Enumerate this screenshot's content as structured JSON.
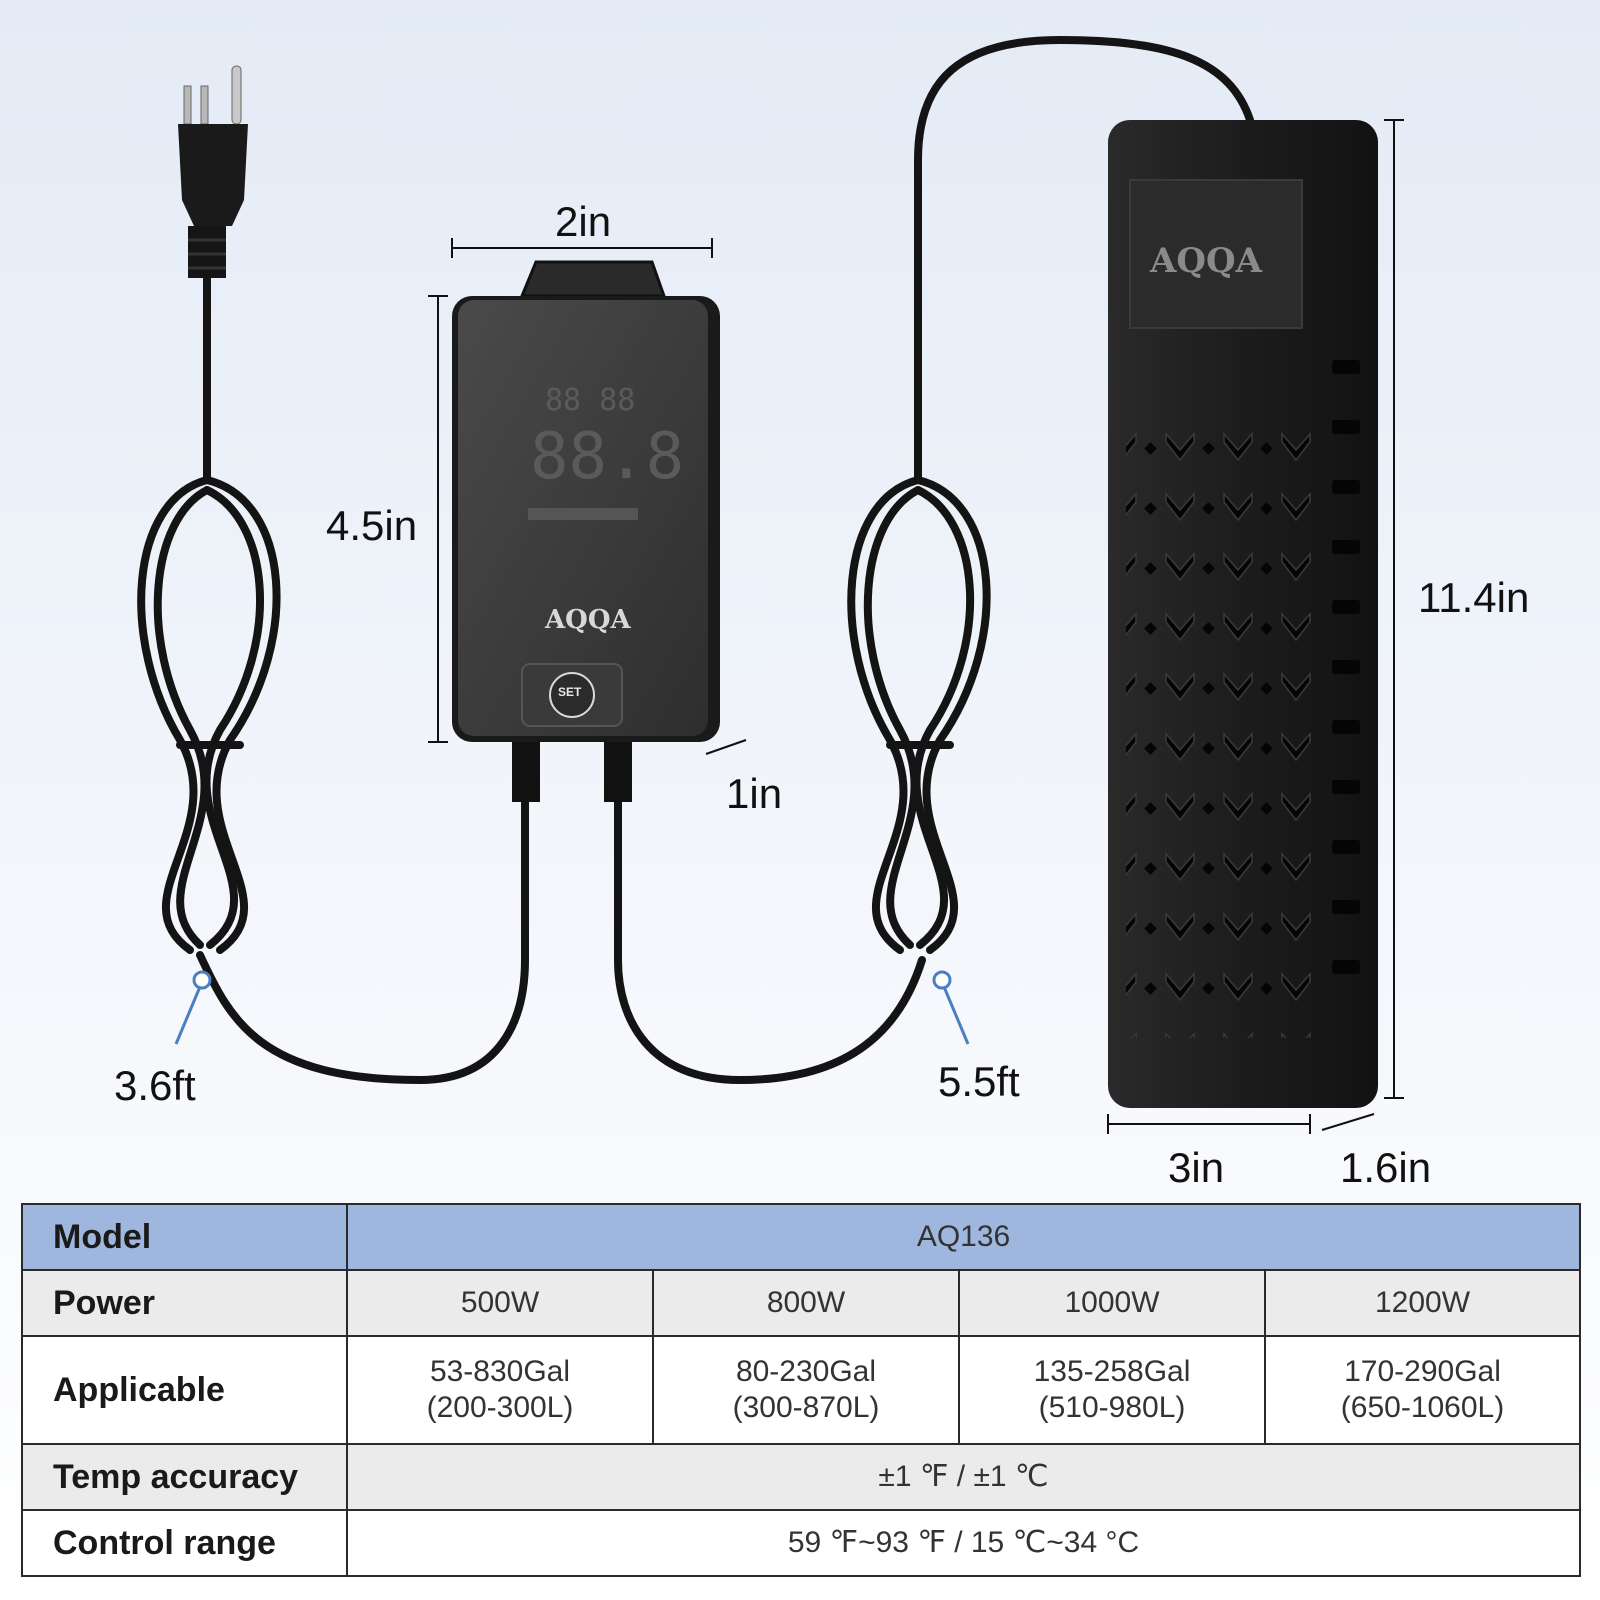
{
  "dimensions": {
    "controller_width": "2in",
    "controller_height": "4.5in",
    "controller_depth": "1in",
    "heater_length": "11.4in",
    "heater_width": "3in",
    "heater_depth": "1.6in",
    "plug_cord_length": "3.6ft",
    "heater_cord_length": "5.5ft"
  },
  "controller": {
    "button_label": "SET"
  },
  "colors": {
    "table_header": "#9fb6de",
    "table_shade": "#ebebeb",
    "device_body": "#1c1c1c"
  },
  "spec_table": {
    "model": {
      "label": "Model",
      "value": "AQ136"
    },
    "power": {
      "label": "Power",
      "values": [
        "500W",
        "800W",
        "1000W",
        "1200W"
      ]
    },
    "applicable": {
      "label": "Applicable",
      "values": [
        {
          "gal": "53-830Gal",
          "liters": "(200-300L)"
        },
        {
          "gal": "80-230Gal",
          "liters": "(300-870L)"
        },
        {
          "gal": "135-258Gal",
          "liters": "(510-980L)"
        },
        {
          "gal": "170-290Gal",
          "liters": "(650-1060L)"
        }
      ]
    },
    "temp_accuracy": {
      "label": "Temp accuracy",
      "value": "±1 ℉ / ±1 ℃"
    },
    "control_range": {
      "label": "Control range",
      "value": "59 ℉~93 ℉ / 15 ℃~34 °C"
    }
  }
}
